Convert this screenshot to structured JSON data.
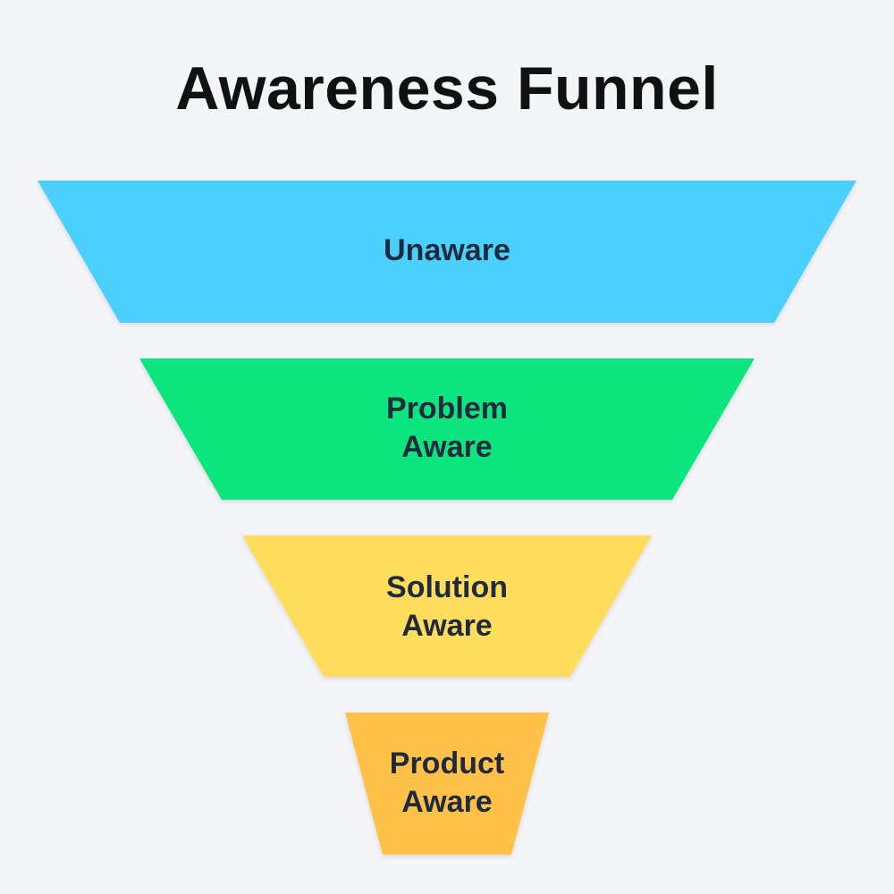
{
  "title": "Awareness Funnel",
  "stages": [
    {
      "lines": [
        "Unaware"
      ],
      "color": "#4ccffc"
    },
    {
      "lines": [
        "Problem",
        "Aware"
      ],
      "color": "#0de57f"
    },
    {
      "lines": [
        "Solution",
        "Aware"
      ],
      "color": "#ffdd5c"
    },
    {
      "lines": [
        "Product",
        "Aware"
      ],
      "color": "#ffc147"
    }
  ]
}
